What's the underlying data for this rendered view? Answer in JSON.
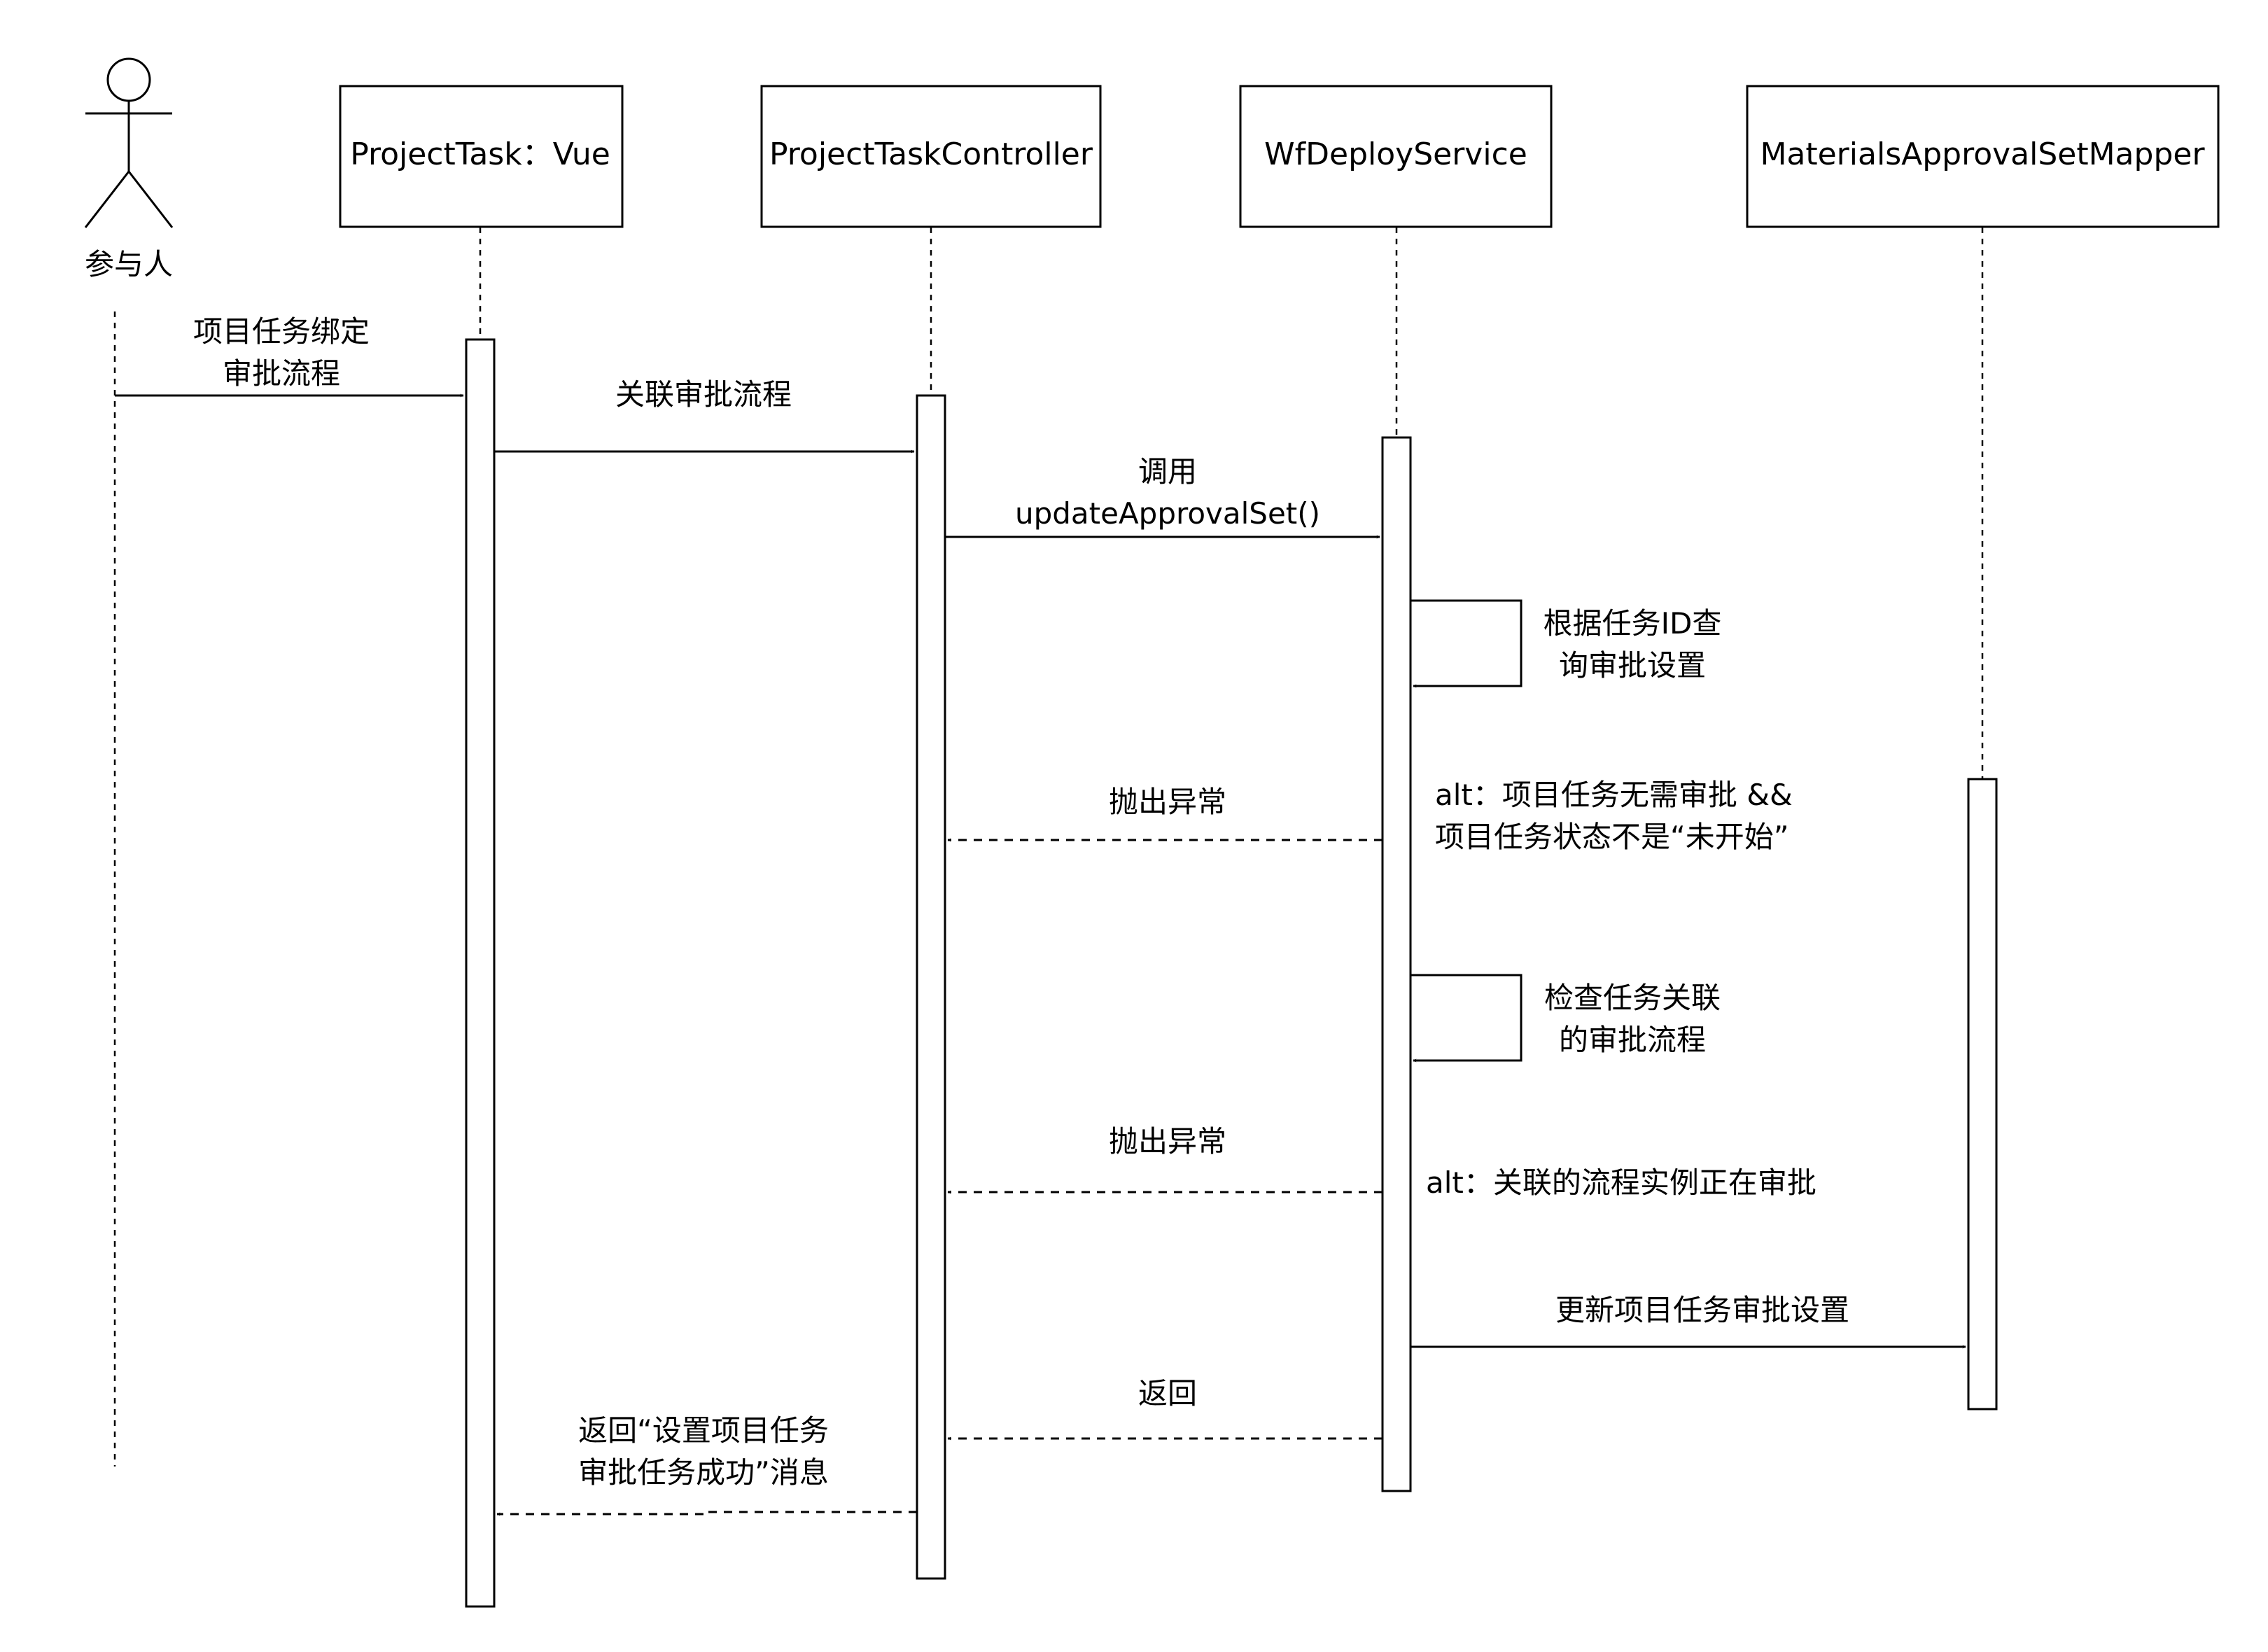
{
  "actor": {
    "label": "参与人"
  },
  "participants": [
    {
      "label": "ProjectTask：Vue"
    },
    {
      "label": "ProjectTaskController"
    },
    {
      "label": "WfDeployService"
    },
    {
      "label": "MaterialsApprovalSetMapper"
    }
  ],
  "messages": {
    "bind": [
      "项目任务绑定",
      "审批流程"
    ],
    "associate": [
      "关联审批流程"
    ],
    "call": [
      "调用",
      "updateApprovalSet()"
    ],
    "self_query": [
      "根据任务ID查",
      "询审批设置"
    ],
    "throw1": [
      "抛出异常"
    ],
    "alt1": [
      "alt：项目任务无需审批 &&",
      "项目任务状态不是“未开始”"
    ],
    "self_check": [
      "检查任务关联",
      "的审批流程"
    ],
    "throw2": [
      "抛出异常"
    ],
    "alt2": [
      "alt：关联的流程实例正在审批"
    ],
    "update": [
      "更新项目任务审批设置"
    ],
    "return": [
      "返回"
    ],
    "return_msg": [
      "返回“设置项目任务",
      "审批任务成功”消息"
    ]
  }
}
